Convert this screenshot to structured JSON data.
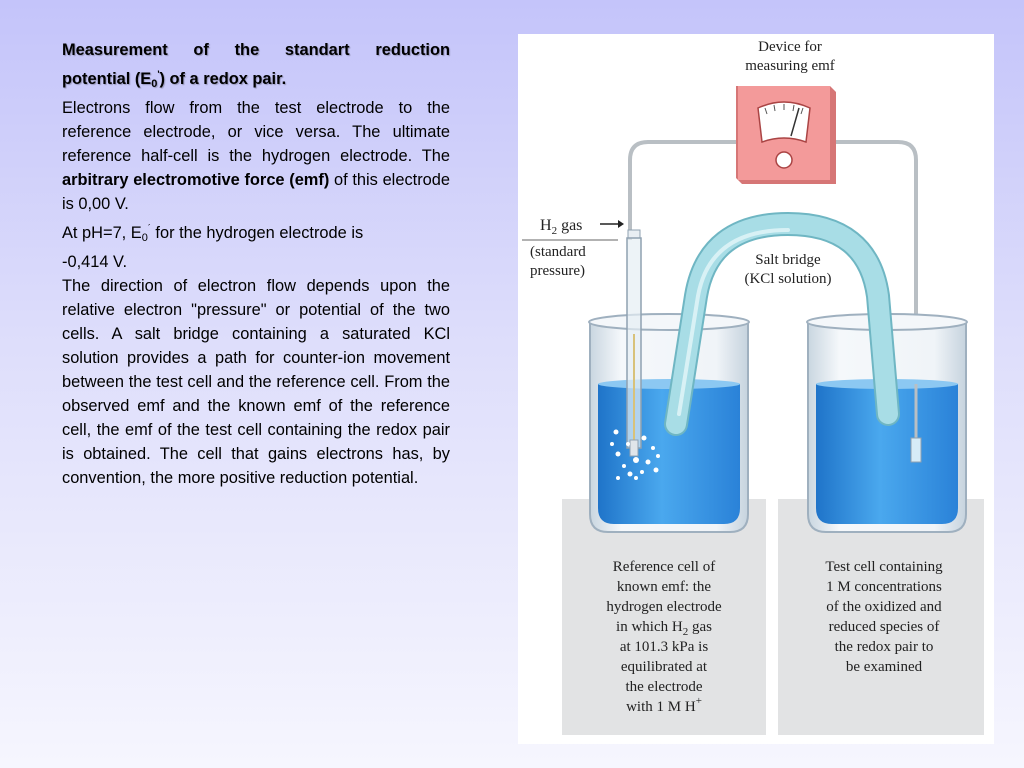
{
  "slide": {
    "title_line1": "Measurement of the standart reduction",
    "title_line2_prefix": "potential (E",
    "title_sub": "0",
    "title_sup": "'",
    "title_line2_suffix": ") of a redox pair.",
    "p1_text": "Electrons flow from the test electrode to the reference electrode, or vice versa. The ultimate reference half-cell is the hydrogen electrode. The",
    "p1_bold": "arbitrary electromotive force (emf)",
    "p1_tail": "of this electrode is 0,00 V.",
    "p2_prefix": "At pH=7, E",
    "p2_sub": "0",
    "p2_sup": "´",
    "p2_suffix": " for the hydrogen electrode is",
    "p2_value": "-0,414 V.",
    "p3_text": "The direction of electron flow depends upon the relative electron \"pressure\" or potential of the two cells. A salt bridge containing a saturated KCl solution provides a path for counter-ion movement between the test cell and the reference cell. From the observed emf and the known emf of the reference cell, the emf of the test cell containing the redox pair is obtained. The cell that gains electrons has, by convention, the more positive reduction potential."
  },
  "figure": {
    "device_label_1": "Device for",
    "device_label_2": "measuring emf",
    "h2_label": "H",
    "h2_sub": "2",
    "h2_rest": " gas",
    "h2_note_1": "(standard",
    "h2_note_2": "pressure)",
    "salt_1": "Salt bridge",
    "salt_2": "(KCl solution)",
    "ref_lines": [
      "Reference cell of",
      "known emf:  the",
      "hydrogen electrode",
      "in which H",
      "at 101.3 kPa is",
      "equilibrated at",
      "the electrode",
      "with 1 M H"
    ],
    "ref_h2_sub": "2",
    "ref_gas": " gas",
    "ref_hplus_sup": "+",
    "test_lines": [
      "Test cell containing",
      "1 M  concentrations",
      "of the oxidized and",
      "reduced species of",
      "the redox pair to",
      "be examined"
    ],
    "colors": {
      "meter": "#f39a9a",
      "solution": "#3f9be6",
      "bridge": "#a8dde6",
      "panel": "#e2e3e4",
      "page_bg": "#c4c4fa"
    }
  }
}
